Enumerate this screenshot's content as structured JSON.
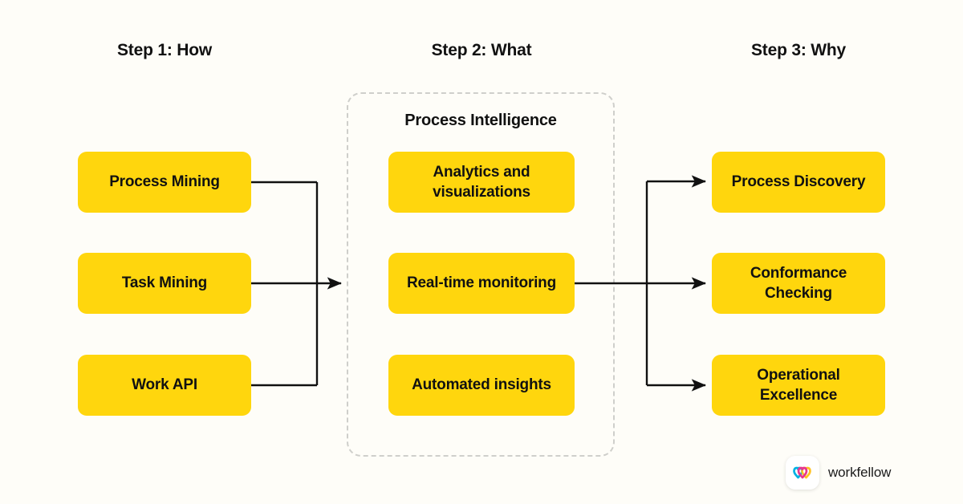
{
  "page": {
    "background_color": "#FEFDF8",
    "accent_color": "#FFD60D",
    "text_color": "#111111",
    "dashed_border_color": "#CFCFCB"
  },
  "headings": [
    {
      "label": "Step 1: How"
    },
    {
      "label": "Step 2: What"
    },
    {
      "label": "Step 3: Why"
    }
  ],
  "columns": {
    "how": {
      "heading": "Step 1: How",
      "cards": [
        {
          "label": "Process Mining"
        },
        {
          "label": "Task Mining"
        },
        {
          "label": "Work API"
        }
      ]
    },
    "what": {
      "heading": "Step 2: What",
      "container_title": "Process Intelligence",
      "cards": [
        {
          "label": "Analytics and visualizations"
        },
        {
          "label": "Real-time monitoring"
        },
        {
          "label": "Automated insights"
        }
      ]
    },
    "why": {
      "heading": "Step 3: Why",
      "cards": [
        {
          "label": "Process Discovery"
        },
        {
          "label": "Conformance Checking"
        },
        {
          "label": "Operational Excellence"
        }
      ]
    }
  },
  "brand": {
    "name": "workfellow",
    "mark_icon": "workfellow-loops-icon",
    "mark_colors": [
      "#00B8E6",
      "#E8368F",
      "#FFC222"
    ]
  }
}
